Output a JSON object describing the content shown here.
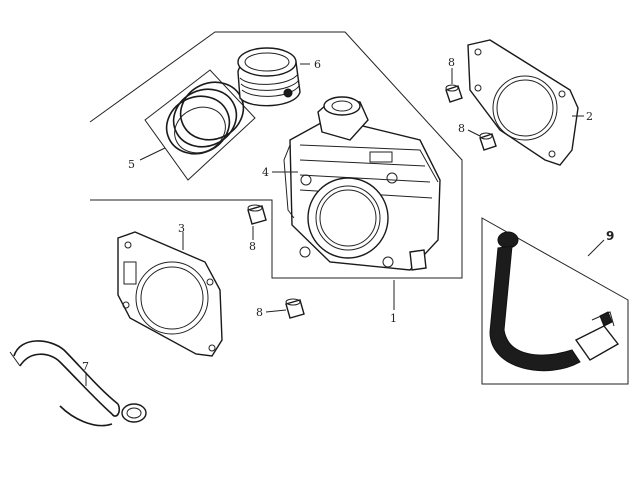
{
  "callouts": {
    "c1": "1",
    "c2": "2",
    "c3": "3",
    "c4": "4",
    "c5": "5",
    "c6": "6",
    "c7": "7",
    "c8a": "8",
    "c8b": "8",
    "c8c": "8",
    "c8d": "8",
    "c9": "9"
  }
}
